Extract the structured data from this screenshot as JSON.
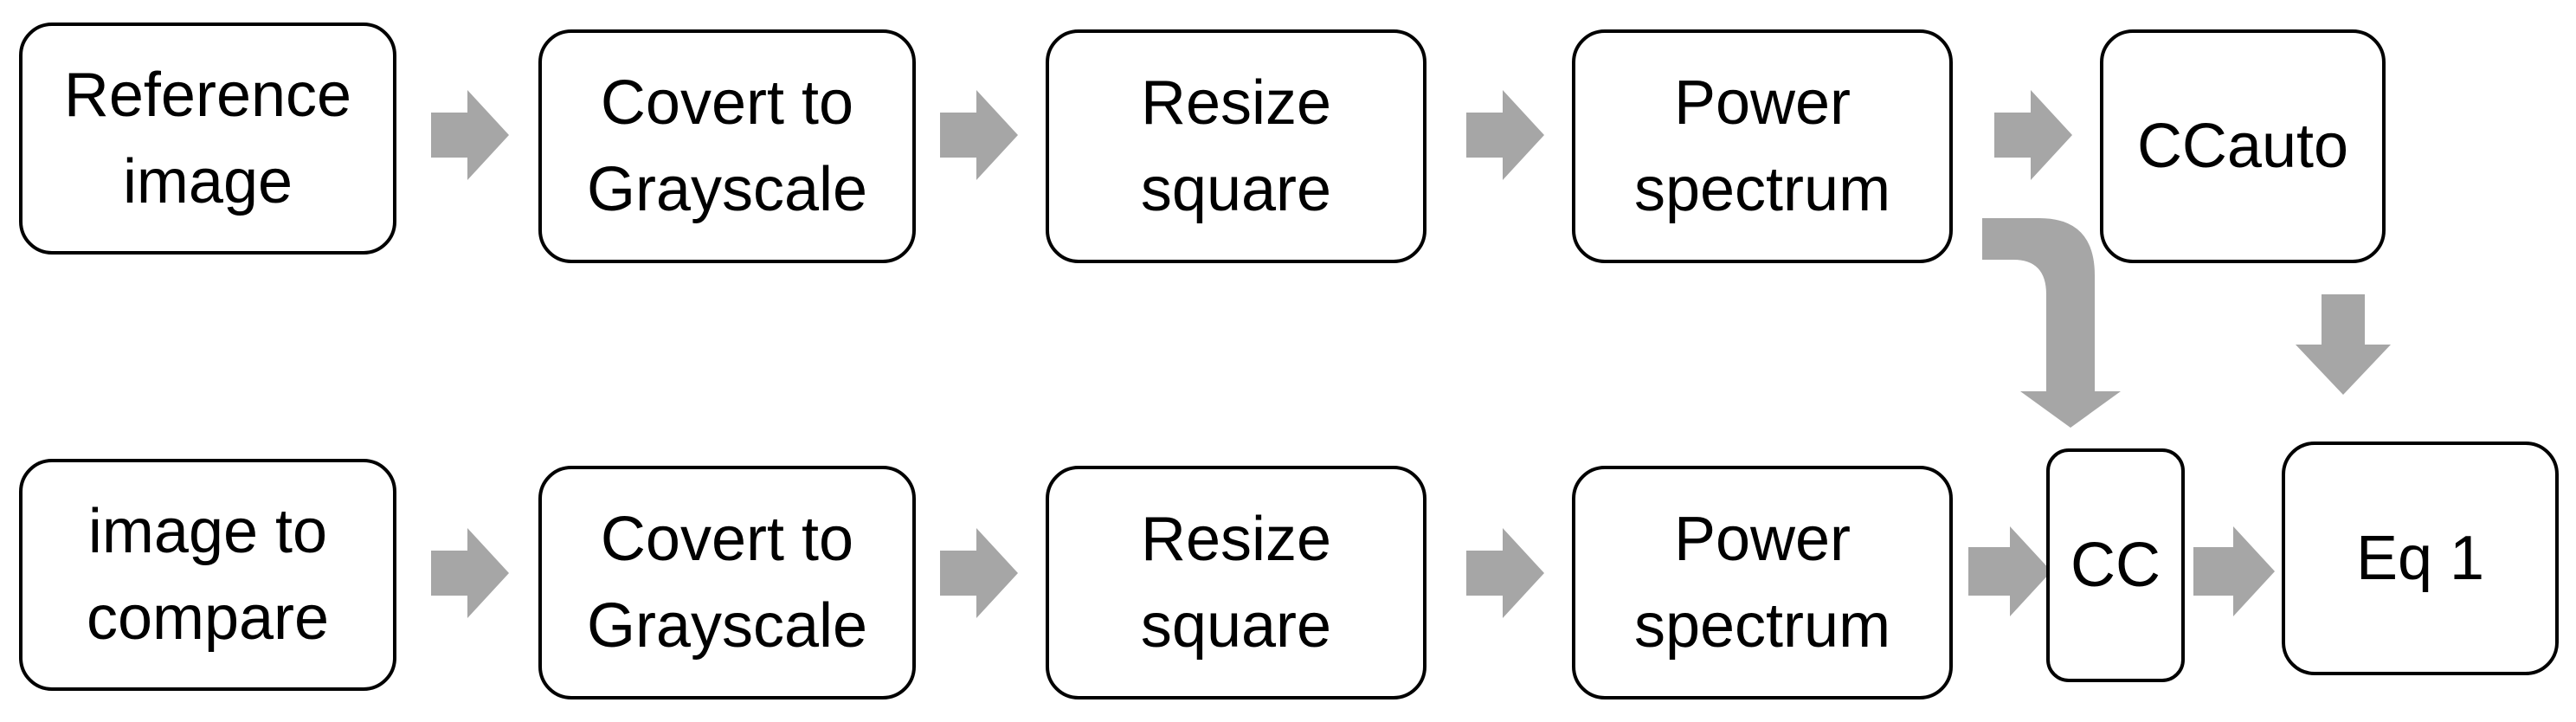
{
  "colors": {
    "arrow": "#a6a6a6",
    "border": "#000000",
    "text": "#000000",
    "background": "#ffffff"
  },
  "nodes": {
    "reference_image": "Reference\nimage",
    "convert_grayscale_top": "Covert to\nGrayscale",
    "resize_square_top": "Resize\nsquare",
    "power_spectrum_top": "Power\nspectrum",
    "cc_auto": "CCauto",
    "image_to_compare": "image to\ncompare",
    "convert_grayscale_bottom": "Covert to\nGrayscale",
    "resize_square_bottom": "Resize\nsquare",
    "power_spectrum_bottom": "Power\nspectrum",
    "cc": "CC",
    "eq1": "Eq 1"
  }
}
